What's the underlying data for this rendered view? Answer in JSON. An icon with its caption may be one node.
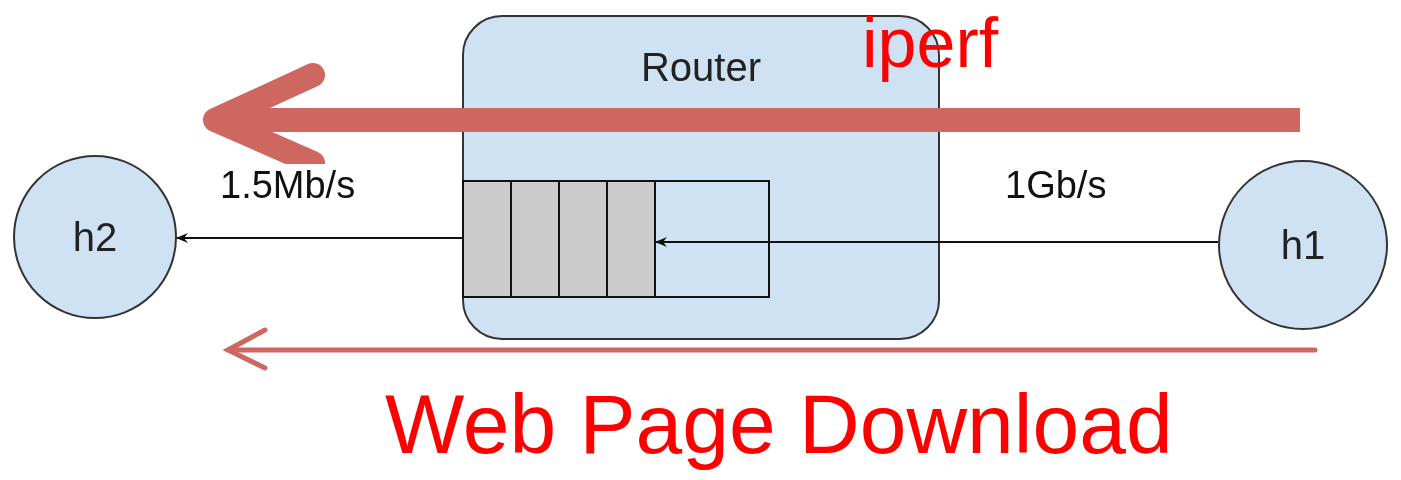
{
  "diagram": {
    "nodes": [
      {
        "text": [
          "Router"
        ]
      },
      {
        "text": [],
        "shape": "box",
        "in": 0
      },
      {
        "text": [
          "h2"
        ]
      },
      {
        "text": [
          "h1"
        ]
      }
    ],
    "edges": [
      {
        "from": 3,
        "to": 1,
        "arrow": "to",
        "label": "1Gb/s"
      },
      {
        "from": 1,
        "to": 2,
        "arrow": "to",
        "label": "1.5Mb/s"
      }
    ],
    "labels": [
      "iperf",
      "Web Page Download"
    ]
  }
}
